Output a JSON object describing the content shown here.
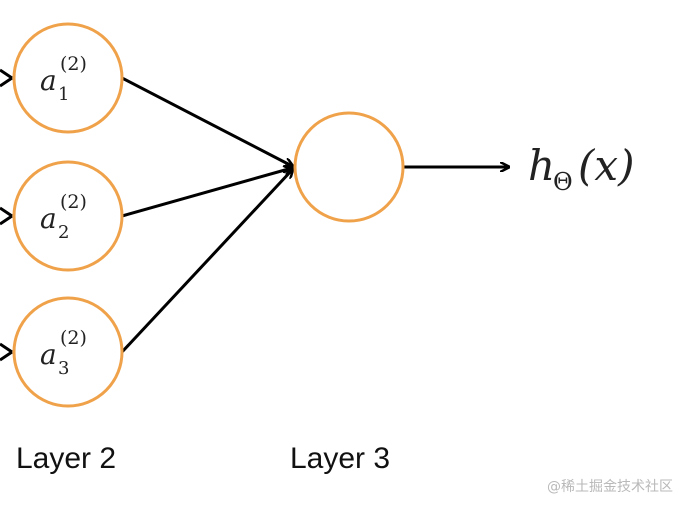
{
  "layer2": {
    "label": "Layer 2",
    "units": [
      {
        "var": "a",
        "subscript": "1",
        "superscript": "(2)"
      },
      {
        "var": "a",
        "subscript": "2",
        "superscript": "(2)"
      },
      {
        "var": "a",
        "subscript": "3",
        "superscript": "(2)"
      }
    ]
  },
  "layer3": {
    "label": "Layer 3"
  },
  "output": {
    "func": "h",
    "subscript": "Θ",
    "argument": "(x)"
  },
  "watermark": "@稀土掘金技术社区",
  "colors": {
    "node_stroke": "#f0a24a",
    "edge": "#000000"
  }
}
